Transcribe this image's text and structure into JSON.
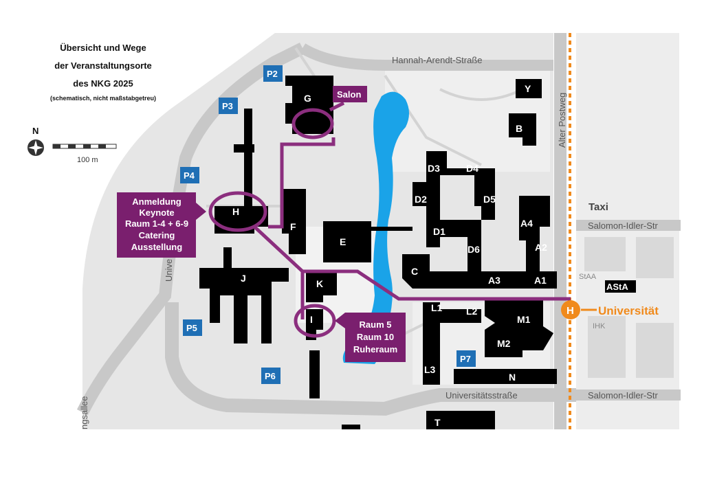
{
  "title": {
    "line1": "Übersicht und Wege",
    "line2": "der Veranstaltungsorte",
    "line3": "des NKG 2025",
    "note": "(schematisch, nicht maßstabgetreu)"
  },
  "compass": {
    "label": "N"
  },
  "scale": {
    "label": "100 m"
  },
  "streets": {
    "hannah": "Hannah-Arendt-Straße",
    "alter": "Alter Postweg",
    "salomon_top": "Salomon-Idler-Str",
    "salomon_bottom": "Salomon-Idler-Str",
    "uni_str": "Universitätsstraße",
    "universitaetsallee_left": "Unive",
    "allee_bottom": "ngsallee"
  },
  "parking": [
    "P2",
    "P3",
    "P4",
    "P5",
    "P6",
    "P7"
  ],
  "buildings": {
    "G": "G",
    "H": "H",
    "F": "F",
    "E": "E",
    "J": "J",
    "K": "K",
    "I": "I",
    "Y": "Y",
    "B": "B",
    "D3": "D3",
    "D4": "D4",
    "D2": "D2",
    "D5": "D5",
    "D1": "D1",
    "D6": "D6",
    "A4": "A4",
    "A2": "A2",
    "A3": "A3",
    "A1": "A1",
    "C": "C",
    "L1": "L1",
    "L2": "L2",
    "L3": "L3",
    "M1": "M1",
    "M2": "M2",
    "N": "N",
    "T": "T"
  },
  "labels": {
    "taxi": "Taxi",
    "staa": "StAA",
    "asta": "AStA",
    "ihk": "IHK",
    "haltestelle": "H",
    "universitaet": "Universität"
  },
  "callouts": {
    "salon": "Salon",
    "main": [
      "Anmeldung",
      "Keynote",
      "Raum 1-4 + 6-9",
      "Catering",
      "Ausstellung"
    ],
    "raum": [
      "Raum 5",
      "Raum 10",
      "Ruheraum"
    ]
  },
  "colors": {
    "route": "#8b2e7e",
    "callout_bg": "#7a1f6e",
    "road": "#c9c9c9",
    "area": "#e4e4e4",
    "lake": "#1aa3e8",
    "parking": "#1f6fb5",
    "transit": "#f08a1c",
    "building": "#000000"
  }
}
